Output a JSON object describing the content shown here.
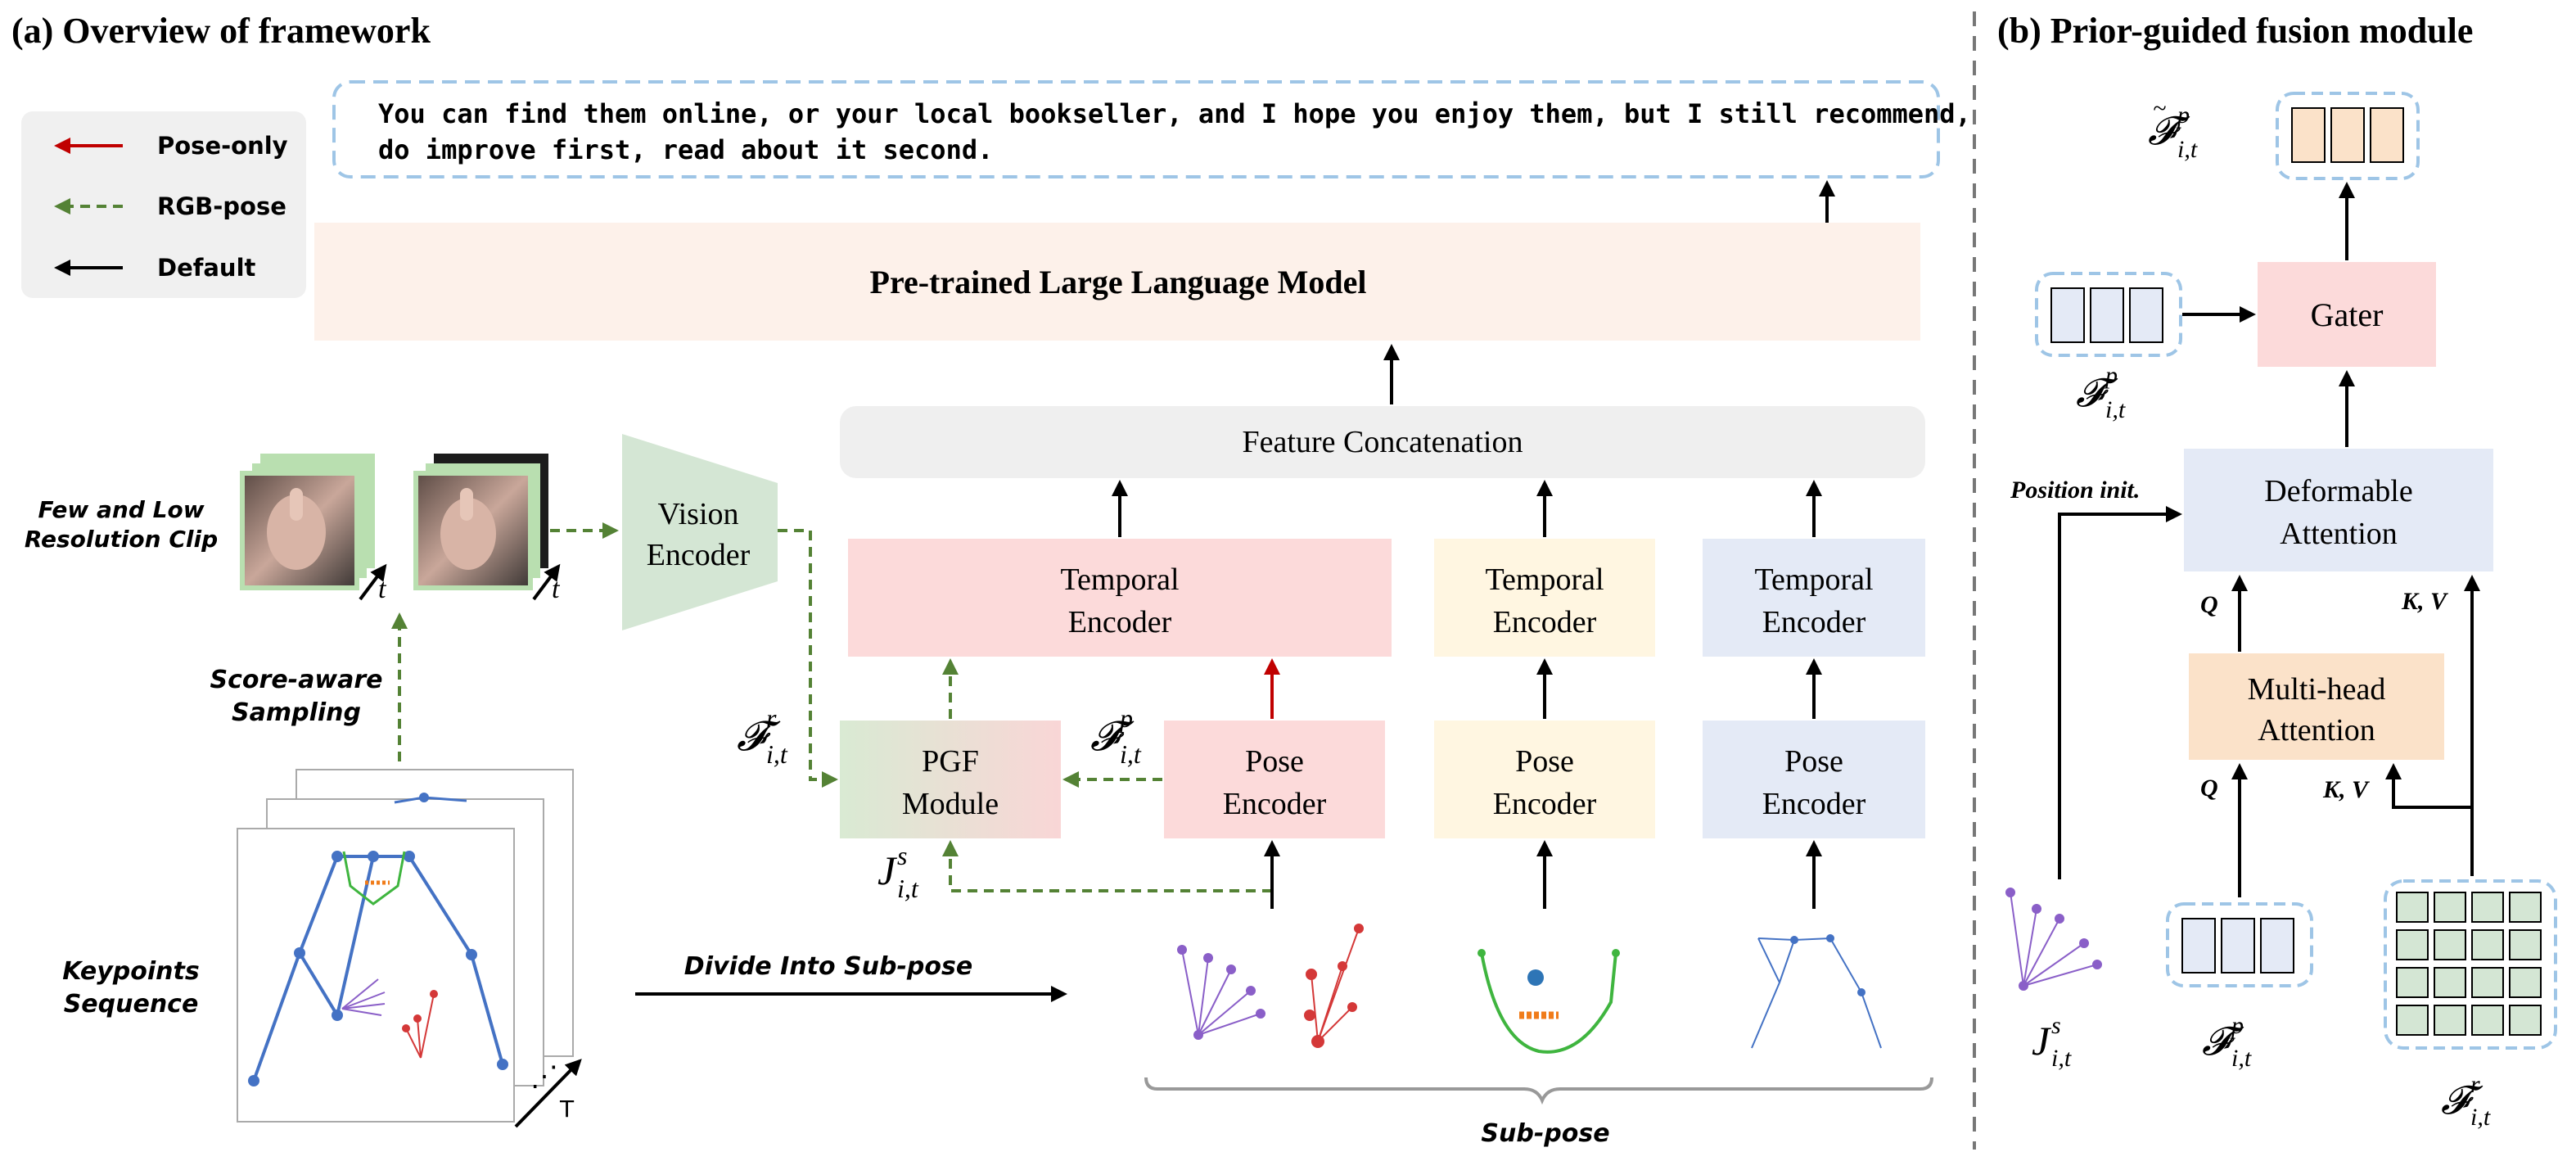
{
  "panel_a": {
    "title": "(a) Overview of framework",
    "legend": {
      "pose_only": "Pose-only",
      "rgb_pose": "RGB-pose",
      "default": "Default"
    },
    "output_sentence_1": "You can find them online, or your local bookseller, and I hope you enjoy them, but I still recommend,",
    "output_sentence_2": "do improve first, read about it second.",
    "llm_label": "Pre-trained Large Language Model",
    "feature_concat_label": "Feature Concatenation",
    "temporal_encoder_line1": "Temporal",
    "temporal_encoder_line2": "Encoder",
    "pose_encoder_line1": "Pose",
    "pose_encoder_line2": "Encoder",
    "pgf_line1": "PGF",
    "pgf_line2": "Module",
    "vision_encoder_line1": "Vision",
    "vision_encoder_line2": "Encoder",
    "clip_label_line1": "Few and Low",
    "clip_label_line2": "Resolution Clip",
    "time_label": "t",
    "sampling_line1": "Score-aware",
    "sampling_line2": "Sampling",
    "keypoints_line1": "Keypoints",
    "keypoints_line2": "Sequence",
    "sequence_time_label": "T",
    "divide_label": "Divide Into Sub-pose",
    "subpose_label": "Sub-pose",
    "feature_symbol": "𝓕",
    "joint_symbol": "J",
    "sub_r": "i,t",
    "sup_r": "r",
    "sup_p": "p",
    "sup_s": "s"
  },
  "panel_b": {
    "title": "(b) Prior-guided fusion module",
    "gater_label": "Gater",
    "deformable_line1": "Deformable",
    "deformable_line2": "Attention",
    "mha_line1": "Multi-head",
    "mha_line2": "Attention",
    "position_init": "Position init.",
    "q_label": "Q",
    "kv_label": "K, V"
  },
  "colors": {
    "pose_only": "#c00000",
    "rgb_pose": "#548235",
    "default": "#000000",
    "pink": "#fcdada",
    "yellow": "#fff6e1",
    "blue": "#e4eaf6",
    "gray": "#efefef",
    "peach": "#fdf1ea",
    "green": "#d4e6d4",
    "orange": "#fbe2c9",
    "dashed_blue": "#9ec5e6"
  },
  "icons": [
    "left-arrow-icon",
    "pose-skeleton-icon",
    "hand-keypoints-icon",
    "face-keypoints-icon",
    "body-keypoints-icon",
    "thumbs-up-image"
  ]
}
